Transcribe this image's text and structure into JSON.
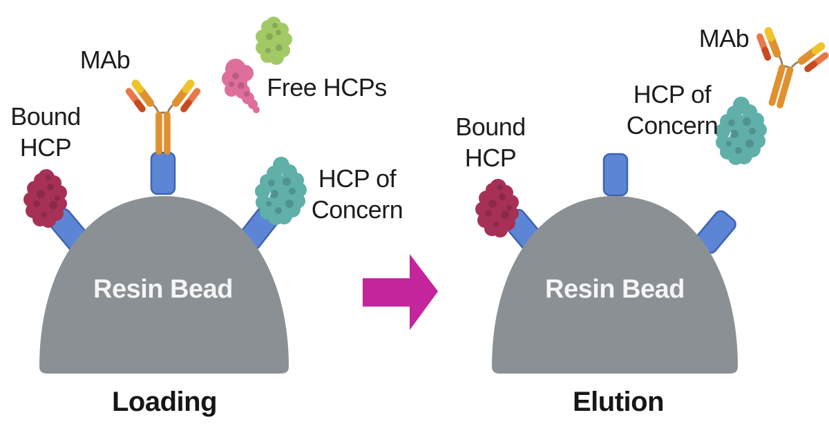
{
  "figure": {
    "description_left_caption": "Loading",
    "description_right_caption": "Elution"
  },
  "colors": {
    "background": "#ffffff",
    "bead": "#8B9095",
    "bead_label_text": "#f4f5f6",
    "label_text": "#1c1c1c",
    "ligand_fill": "#5C86D5",
    "ligand_stroke": "#3E63AE",
    "arrow": "#C4249C",
    "hcp_bound": "#A63155",
    "hcp_free_pink": "#DE6F9B",
    "hcp_free_green": "#A3C966",
    "hcp_concern": "#60AFA9",
    "mab_heavy": "#E0912F",
    "mab_tip": "#EFC32A",
    "mab_light": "#E97848",
    "mab_light_dark": "#C74A1F",
    "mab_hinge": "#8F7F60"
  },
  "panels": {
    "loading": {
      "caption": "Loading",
      "bead_label": "Resin Bead",
      "labels": {
        "bound_hcp": [
          "Bound",
          "HCP"
        ],
        "mab": "MAb",
        "free_hcps": "Free HCPs",
        "hcp_of_concern": [
          "HCP of",
          "Concern"
        ]
      }
    },
    "elution": {
      "caption": "Elution",
      "bead_label": "Resin Bead",
      "labels": {
        "bound_hcp": [
          "Bound",
          "HCP"
        ],
        "hcp_of_concern": [
          "HCP of",
          "Concern"
        ],
        "mab": "MAb"
      }
    }
  },
  "arrow": {
    "from": "Loading",
    "to": "Elution",
    "direction": "right"
  }
}
